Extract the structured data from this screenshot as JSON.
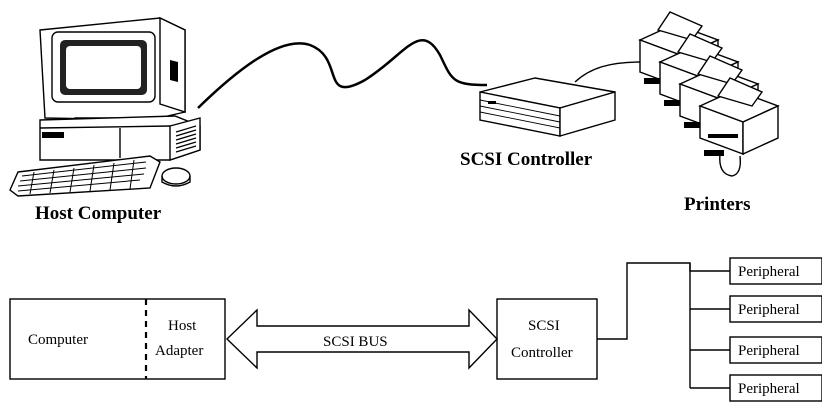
{
  "top": {
    "host_label": "Host Computer",
    "controller_label": "SCSI Controller",
    "printers_label": "Printers"
  },
  "bottom": {
    "computer_label": "Computer",
    "host_adapter_line1": "Host",
    "host_adapter_line2": "Adapter",
    "bus_label": "SCSI BUS",
    "controller_line1": "SCSI",
    "controller_line2": "Controller",
    "peripherals": [
      "Peripheral",
      "Peripheral",
      "Peripheral",
      "Peripheral"
    ]
  }
}
